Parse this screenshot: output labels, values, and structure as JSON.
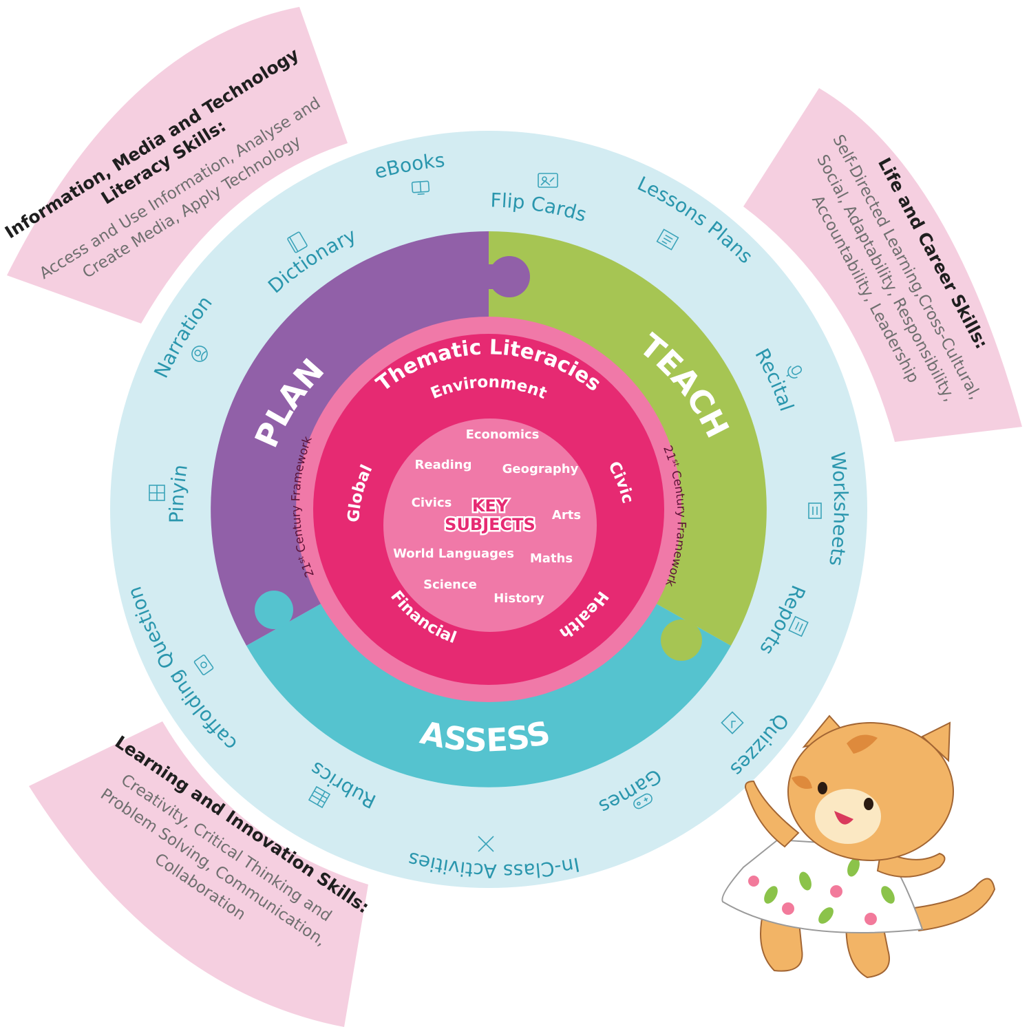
{
  "colors": {
    "outer_ring": "#d3ecf2",
    "plan": "#9160a8",
    "teach": "#a6c553",
    "assess": "#55c3cf",
    "inner_ring_light": "#f079a8",
    "inner_ring_dark": "#e62a72",
    "core": "#f079a8",
    "panel": "#f5cfe0",
    "tool_text": "#2a96ad"
  },
  "skills": {
    "info_media": {
      "title_lines": [
        "Information, Media and Technology",
        "Literacy Skills:"
      ],
      "body_lines": [
        "Access and Use Information, Analyse and",
        "Create Media, Apply Technology"
      ]
    },
    "life_career": {
      "title_lines": [
        "Life and Career Skills:"
      ],
      "body_lines": [
        "Self-Directed Learning,Cross-Cultural,",
        "Social, Adaptability, Responsibility,",
        "Accountability, Leadership"
      ]
    },
    "learning_innovation": {
      "title_lines": [
        "Learning and Innovation Skills:"
      ],
      "body_lines": [
        "Creativity, Critical Thinking and",
        "Problem Solving, Communication,",
        "Collaboration"
      ]
    }
  },
  "tools": [
    {
      "id": "ebooks",
      "label": "eBooks",
      "icon": "ebook-icon"
    },
    {
      "id": "flip-cards",
      "label": "Flip Cards",
      "icon": "flip-card-icon"
    },
    {
      "id": "lessons-plans",
      "label": "Lessons Plans",
      "icon": "lesson-plan-icon"
    },
    {
      "id": "recital",
      "label": "Recital",
      "icon": "microphone-icon"
    },
    {
      "id": "worksheets",
      "label": "Worksheets",
      "icon": "worksheet-icon"
    },
    {
      "id": "reports",
      "label": "Reports",
      "icon": "report-icon"
    },
    {
      "id": "quizzes",
      "label": "Quizzes",
      "icon": "quiz-icon"
    },
    {
      "id": "games",
      "label": "Games",
      "icon": "gamepad-icon"
    },
    {
      "id": "in-class-activities",
      "label": "In-Class Activities",
      "icon": "pencil-ruler-icon"
    },
    {
      "id": "rubrics",
      "label": "Rubrics",
      "icon": "rubric-icon"
    },
    {
      "id": "scaffolding-questions",
      "label": "Scaffolding Questions",
      "icon": "question-icon"
    },
    {
      "id": "pinyin",
      "label": "Pinyin",
      "icon": "pinyin-icon"
    },
    {
      "id": "narration",
      "label": "Narration",
      "icon": "narration-icon"
    },
    {
      "id": "dictionary",
      "label": "Dictionary",
      "icon": "dictionary-icon"
    }
  ],
  "stages": {
    "plan": "PLAN",
    "teach": "TEACH",
    "assess": "ASSESS"
  },
  "framework": {
    "prefix": "21",
    "superscript": "st",
    "suffix": " Century Framework"
  },
  "thematic": {
    "title": "Thematic Literacies",
    "items": [
      "Environment",
      "Civic",
      "Health",
      "Financial",
      "Global"
    ]
  },
  "core": {
    "title_lines": [
      "KEY",
      "SUBJECTS"
    ],
    "subjects": [
      "Economics",
      "Reading",
      "Geography",
      "Civics",
      "Arts",
      "World Languages",
      "Maths",
      "Science",
      "History"
    ]
  },
  "mascot": {
    "icon": "cat-mascot-icon"
  }
}
